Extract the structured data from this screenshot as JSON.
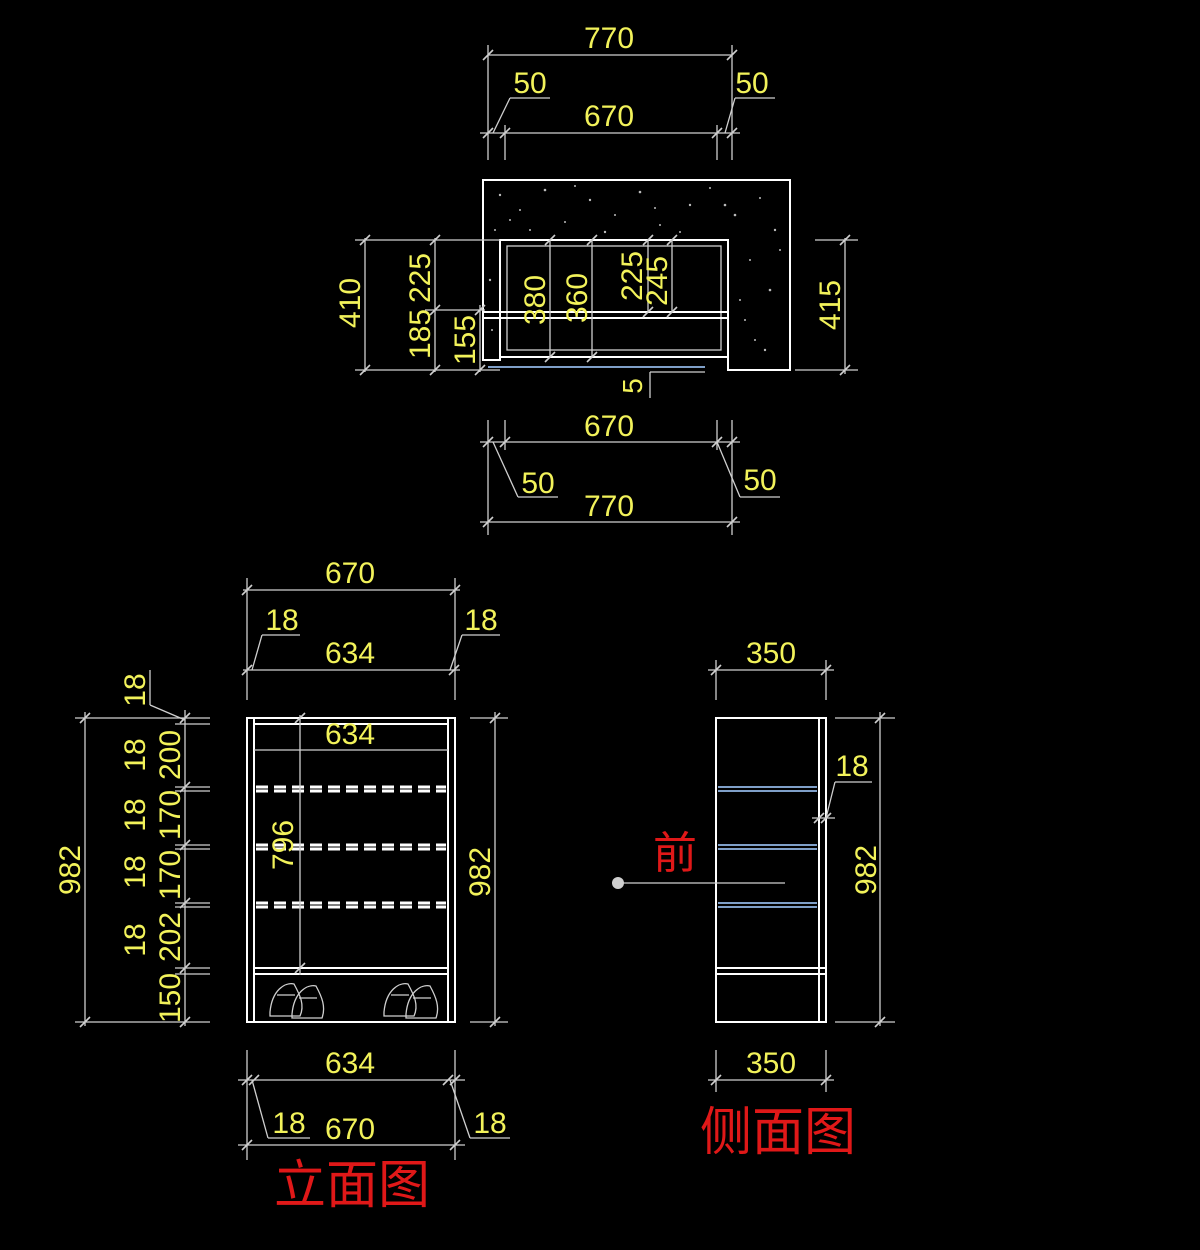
{
  "plan": {
    "top_overall": "770",
    "top_left_offset": "50",
    "top_right_offset": "50",
    "top_inner": "670",
    "left_overall": "410",
    "left_upper": "225",
    "left_lower": "185",
    "left_small": "155",
    "inner_380": "380",
    "inner_360": "360",
    "inner_225": "225",
    "inner_245": "245",
    "right_overall": "415",
    "gap": "5",
    "bottom_inner": "670",
    "bottom_left_offset": "50",
    "bottom_right_offset": "50",
    "bottom_overall": "770"
  },
  "front": {
    "top_overall": "670",
    "top_left": "18",
    "top_right": "18",
    "top_inner": "634",
    "inner_width": "634",
    "inner_height": "796",
    "left_18_top": "18",
    "left_18_a": "18",
    "left_200": "200",
    "left_18_b": "18",
    "left_170_a": "170",
    "left_18_c": "18",
    "left_170_b": "170",
    "left_18_d": "18",
    "left_202": "202",
    "left_150": "150",
    "left_overall": "982",
    "right_overall": "982",
    "bottom_inner": "634",
    "bottom_left": "18",
    "bottom_right": "18",
    "bottom_overall": "670",
    "title": "立面图"
  },
  "side": {
    "top_width": "350",
    "thickness": "18",
    "height": "982",
    "bottom_width": "350",
    "front_label": "前",
    "title": "侧面图"
  }
}
